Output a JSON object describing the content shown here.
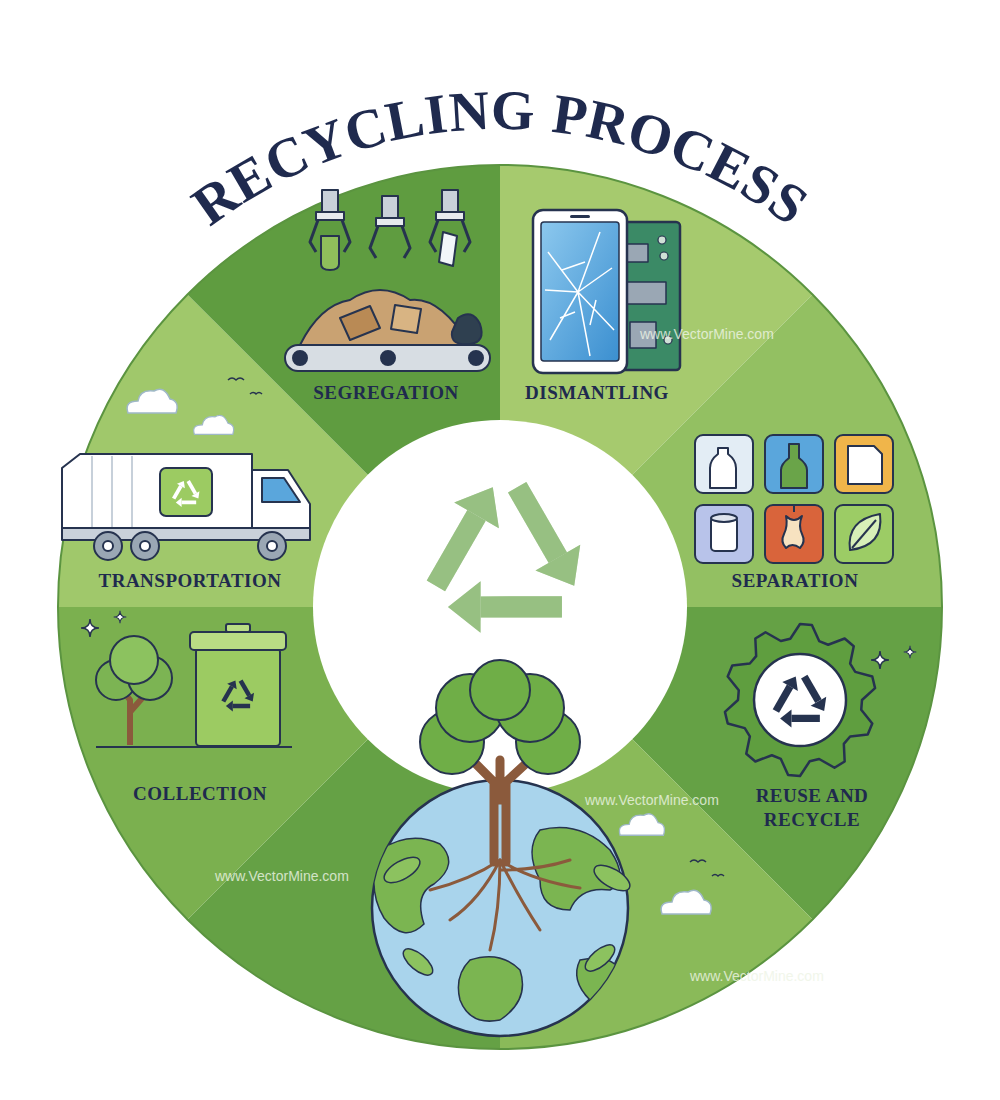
{
  "diagram": {
    "title": "RECYCLING PROCESS",
    "nodes": [
      {
        "text": [
          "SEGREGATION"
        ]
      },
      {
        "text": [
          "DISMANTLING"
        ]
      },
      {
        "text": [
          "TRANSPORTATION"
        ]
      },
      {
        "text": [
          "SEPARATION"
        ]
      },
      {
        "text": [
          "COLLECTION"
        ]
      },
      {
        "text": [
          "REUSE AND RECYCLE"
        ]
      }
    ],
    "labels": [
      "www.VectorMine.com",
      "www.VectorMine.com",
      "www.VectorMine.com",
      "www.VectorMine.com"
    ]
  }
}
